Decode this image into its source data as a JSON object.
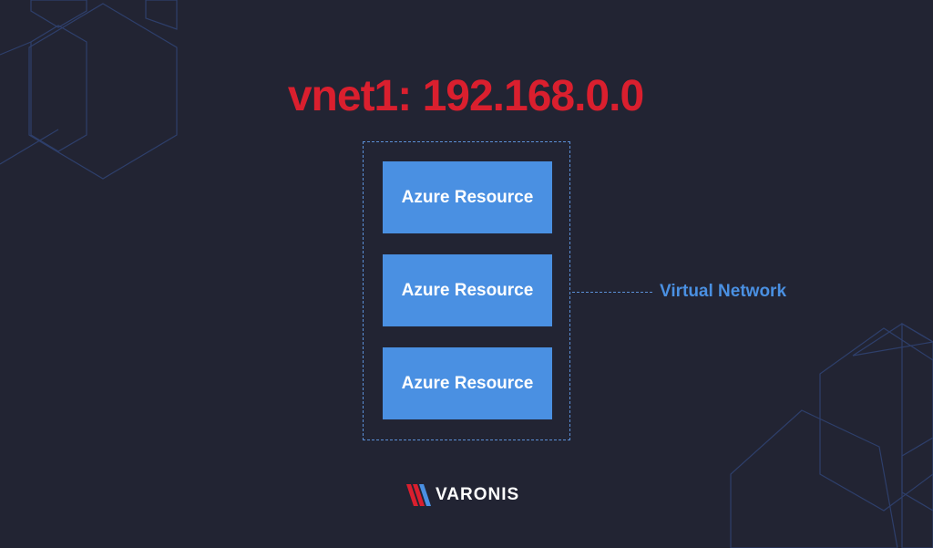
{
  "title": "vnet1: 192.168.0.0",
  "resources": [
    {
      "label": "Azure Resource"
    },
    {
      "label": "Azure Resource"
    },
    {
      "label": "Azure Resource"
    }
  ],
  "network_label": "Virtual Network",
  "logo_text": "VARONIS",
  "colors": {
    "background": "#222433",
    "title": "#DA1F2E",
    "resource_fill": "#4A90E2",
    "resource_text": "#FFFFFF",
    "dashed_border": "#5B8FD6",
    "network_label": "#4A90E2",
    "decor_lines": "#2E3F6B"
  }
}
